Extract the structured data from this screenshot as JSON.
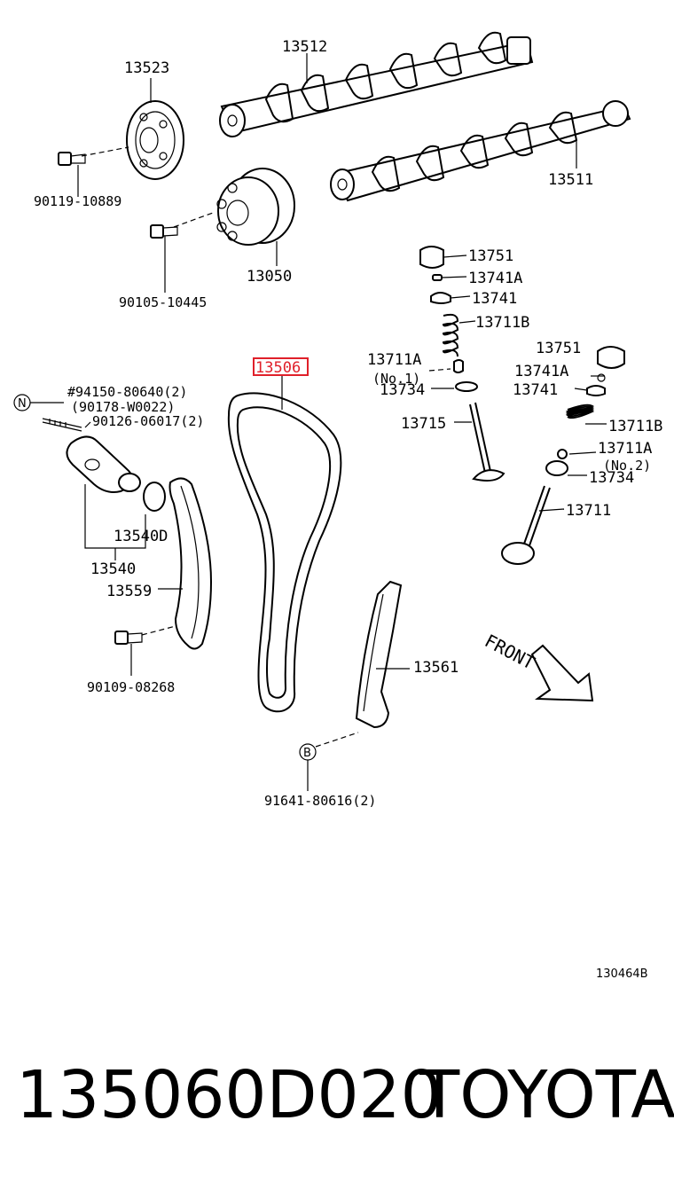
{
  "diagram": {
    "labels": {
      "l13512": "13512",
      "l13523": "13523",
      "l13511": "13511",
      "l90119": "90119-10889",
      "l13050": "13050",
      "l90105": "90105-10445",
      "l13751a": "13751",
      "l13741Aa": "13741A",
      "l13741a": "13741",
      "l13711Ba": "13711B",
      "l13711Aa": "13711A",
      "lNo1": "(No.1)",
      "l13734a": "13734",
      "l13715": "13715",
      "l13751b": "13751",
      "l13741Ab": "13741A",
      "l13741b": "13741",
      "l13711Bb": "13711B",
      "l13711Ab": "13711A",
      "lNo2": "(No.2)",
      "l13734b": "13734",
      "l13711": "13711",
      "l13506": "13506",
      "l94150": "#94150-80640(2)",
      "l90178": "(90178-W0022)",
      "l90126": "90126-06017(2)",
      "l13540D": "13540D",
      "l13540": "13540",
      "l13559": "13559",
      "l90109": "90109-08268",
      "l13561": "13561",
      "l91641": "91641-80616(2)",
      "front": "FRONT",
      "markN": "N",
      "markB": "B",
      "ref": "130464B"
    },
    "highlight_color": "#e0202a"
  },
  "footer": {
    "part_number": "135060D020",
    "brand": "TOYOTA"
  }
}
